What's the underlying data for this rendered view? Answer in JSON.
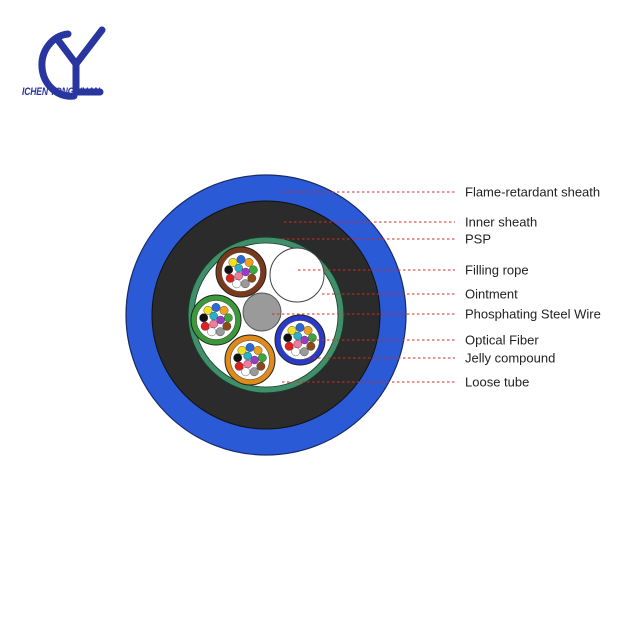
{
  "brand": {
    "name": "ICHEN TONG YUAN",
    "color": "#2a36a0"
  },
  "callouts": [
    {
      "key": "flame_retardant_sheath",
      "label": "Flame-retardant sheath"
    },
    {
      "key": "inner_sheath",
      "label": "Inner sheath"
    },
    {
      "key": "psp",
      "label": "PSP"
    },
    {
      "key": "filling_rope",
      "label": "Filling rope"
    },
    {
      "key": "ointment",
      "label": "Ointment"
    },
    {
      "key": "phosphating_steel_wire",
      "label": "Phosphating Steel Wire"
    },
    {
      "key": "optical_fiber",
      "label": "Optical Fiber"
    },
    {
      "key": "jelly_compound",
      "label": "Jelly compound"
    },
    {
      "key": "loose_tube",
      "label": "Loose tube"
    }
  ],
  "colors": {
    "outer_sheath": "#2a5ad6",
    "inner_sheath": "#2b2b2b",
    "psp_ring": "#3f8f6a",
    "ointment": "#ffffff",
    "steel_wire": "#9a9a9a",
    "leader_line": "#d42a2a",
    "tube_brown": "#7a3a1a",
    "tube_green": "#3a9a3a",
    "tube_orange": "#e08a1a",
    "tube_blue": "#2a3ac8"
  },
  "fiber_colors": [
    "#2a6ad6",
    "#f0a020",
    "#3aa83a",
    "#8a4a1a",
    "#9a9a9a",
    "#ffffff",
    "#e02020",
    "#111111",
    "#f0e020",
    "#9a3ac8",
    "#f07aa0",
    "#2ab0c8"
  ]
}
